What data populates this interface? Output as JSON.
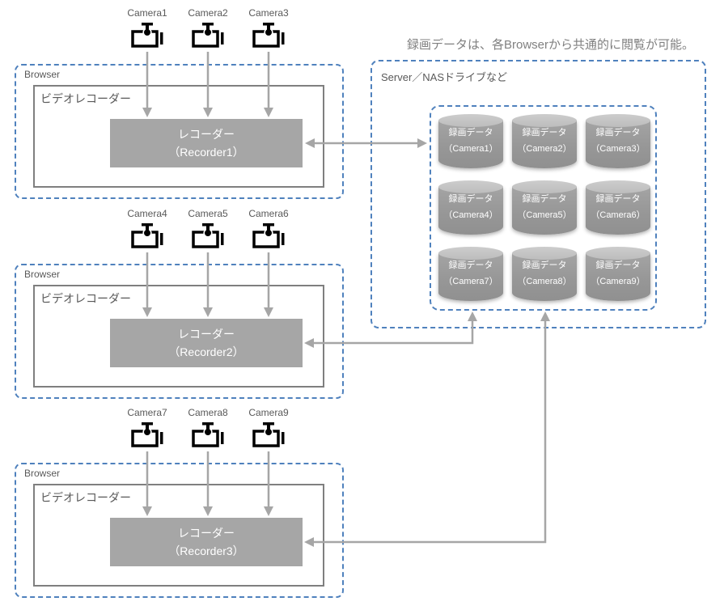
{
  "title_note": "録画データは、各Browserから共通的に閲覧が可能。",
  "colors": {
    "dashed_border": "#4f81bd",
    "solid_border": "#7f7f7f",
    "recorder_fill": "#a6a6a6",
    "recorder_text": "#ffffff",
    "arrow": "#a6a6a6",
    "label_text": "#595959",
    "note_text": "#808080",
    "cylinder_body": "#9a9a9a",
    "cylinder_top": "#c6c6c6",
    "cylinder_text": "#ffffff"
  },
  "browsers": [
    {
      "label": "Browser",
      "video_recorder_label": "ビデオレコーダー",
      "recorder": {
        "line1": "レコーダー",
        "line2": "（Recorder1）"
      },
      "cameras": [
        "Camera1",
        "Camera2",
        "Camera3"
      ]
    },
    {
      "label": "Browser",
      "video_recorder_label": "ビデオレコーダー",
      "recorder": {
        "line1": "レコーダー",
        "line2": "（Recorder2）"
      },
      "cameras": [
        "Camera4",
        "Camera5",
        "Camera6"
      ]
    },
    {
      "label": "Browser",
      "video_recorder_label": "ビデオレコーダー",
      "recorder": {
        "line1": "レコーダー",
        "line2": "（Recorder3）"
      },
      "cameras": [
        "Camera7",
        "Camera8",
        "Camera9"
      ]
    }
  ],
  "server": {
    "label": "Server／NASドライブなど",
    "data_items": [
      {
        "line1": "録画データ",
        "line2": "（Camera1）"
      },
      {
        "line1": "録画データ",
        "line2": "（Camera2）"
      },
      {
        "line1": "録画データ",
        "line2": "（Camera3）"
      },
      {
        "line1": "録画データ",
        "line2": "（Camera4）"
      },
      {
        "line1": "録画データ",
        "line2": "（Camera5）"
      },
      {
        "line1": "録画データ",
        "line2": "（Camera6）"
      },
      {
        "line1": "録画データ",
        "line2": "（Camera7）"
      },
      {
        "line1": "録画データ",
        "line2": "（Camera8）"
      },
      {
        "line1": "録画データ",
        "line2": "（Camera9）"
      }
    ]
  }
}
